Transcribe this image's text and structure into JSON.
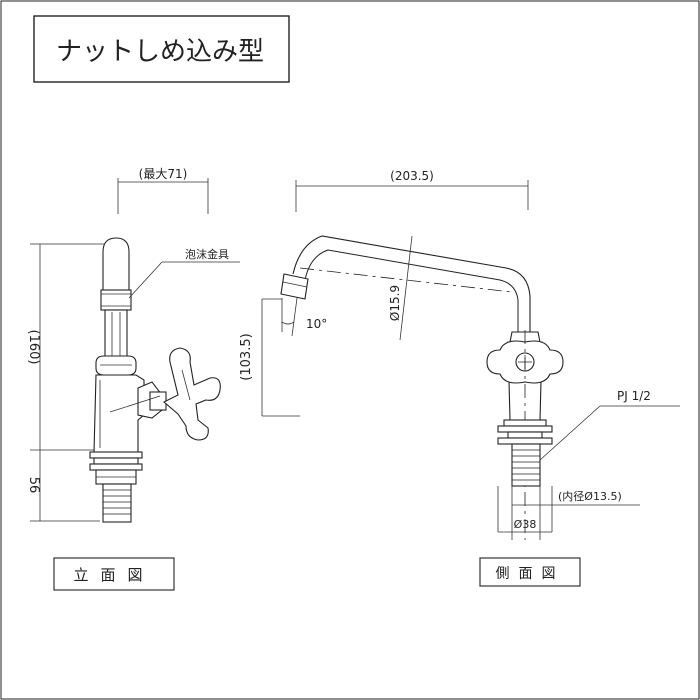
{
  "title": "ナットしめ込み型",
  "front_view": {
    "label": "立面図",
    "dim_width": "(最大71)",
    "dim_height": "(160)",
    "dim_base": "56",
    "callout_aerator": "泡沫金具"
  },
  "side_view": {
    "label": "側面図",
    "dim_reach": "(203.5)",
    "dim_spout_height": "(103.5)",
    "dim_pipe": "Ø15.9",
    "dim_angle": "10°",
    "callout_thread": "PJ 1/2",
    "dim_inner": "(内径Ø13.5)",
    "dim_outer": "Ø38"
  }
}
